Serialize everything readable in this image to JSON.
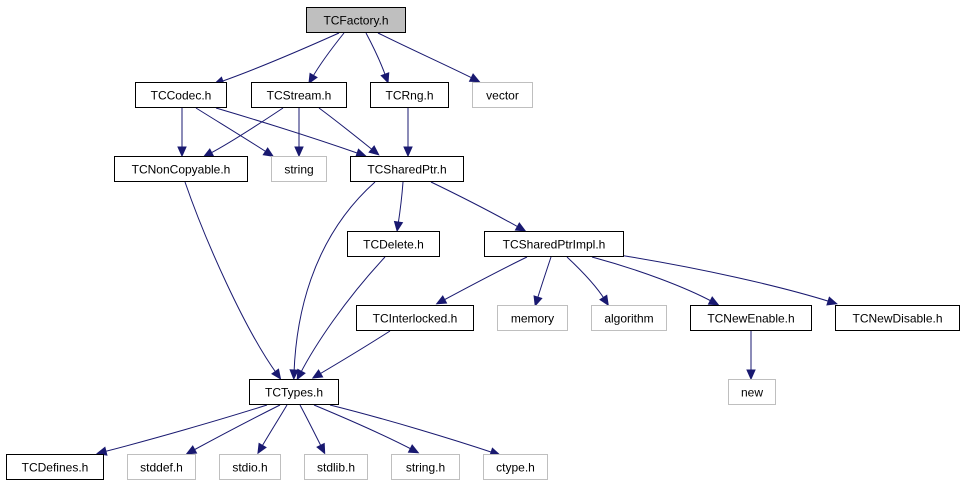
{
  "graph": {
    "nodes": {
      "tcfactory": {
        "label": "TCFactory.h",
        "kind": "root"
      },
      "tccodec": {
        "label": "TCCodec.h",
        "kind": "local"
      },
      "tcstream": {
        "label": "TCStream.h",
        "kind": "local"
      },
      "tcrng": {
        "label": "TCRng.h",
        "kind": "local"
      },
      "vector": {
        "label": "vector",
        "kind": "external"
      },
      "tcnoncopyable": {
        "label": "TCNonCopyable.h",
        "kind": "local"
      },
      "string": {
        "label": "string",
        "kind": "external"
      },
      "tcsharedptr": {
        "label": "TCSharedPtr.h",
        "kind": "local"
      },
      "tcdelete": {
        "label": "TCDelete.h",
        "kind": "local"
      },
      "tcsharedptrimpl": {
        "label": "TCSharedPtrImpl.h",
        "kind": "local"
      },
      "tcinterlocked": {
        "label": "TCInterlocked.h",
        "kind": "local"
      },
      "memory": {
        "label": "memory",
        "kind": "external"
      },
      "algorithm": {
        "label": "algorithm",
        "kind": "external"
      },
      "tcnewenable": {
        "label": "TCNewEnable.h",
        "kind": "local"
      },
      "tcnewdisable": {
        "label": "TCNewDisable.h",
        "kind": "local"
      },
      "new": {
        "label": "new",
        "kind": "external"
      },
      "tctypes": {
        "label": "TCTypes.h",
        "kind": "local"
      },
      "tcdefines": {
        "label": "TCDefines.h",
        "kind": "local"
      },
      "stddef": {
        "label": "stddef.h",
        "kind": "external"
      },
      "stdio": {
        "label": "stdio.h",
        "kind": "external"
      },
      "stdlib": {
        "label": "stdlib.h",
        "kind": "external"
      },
      "stringh": {
        "label": "string.h",
        "kind": "external"
      },
      "ctype": {
        "label": "ctype.h",
        "kind": "external"
      }
    },
    "edges": [
      {
        "from": "tcfactory",
        "to": "tccodec"
      },
      {
        "from": "tcfactory",
        "to": "tcstream"
      },
      {
        "from": "tcfactory",
        "to": "tcrng"
      },
      {
        "from": "tcfactory",
        "to": "vector"
      },
      {
        "from": "tccodec",
        "to": "tcnoncopyable"
      },
      {
        "from": "tccodec",
        "to": "string"
      },
      {
        "from": "tccodec",
        "to": "tcsharedptr"
      },
      {
        "from": "tcstream",
        "to": "tcnoncopyable"
      },
      {
        "from": "tcstream",
        "to": "string"
      },
      {
        "from": "tcstream",
        "to": "tcsharedptr"
      },
      {
        "from": "tcrng",
        "to": "tcsharedptr"
      },
      {
        "from": "tcnoncopyable",
        "to": "tctypes"
      },
      {
        "from": "tcsharedptr",
        "to": "tctypes"
      },
      {
        "from": "tcsharedptr",
        "to": "tcdelete"
      },
      {
        "from": "tcsharedptr",
        "to": "tcsharedptrimpl"
      },
      {
        "from": "tcdelete",
        "to": "tctypes"
      },
      {
        "from": "tcsharedptrimpl",
        "to": "tcinterlocked"
      },
      {
        "from": "tcsharedptrimpl",
        "to": "memory"
      },
      {
        "from": "tcsharedptrimpl",
        "to": "algorithm"
      },
      {
        "from": "tcsharedptrimpl",
        "to": "tcnewenable"
      },
      {
        "from": "tcsharedptrimpl",
        "to": "tcnewdisable"
      },
      {
        "from": "tcinterlocked",
        "to": "tctypes"
      },
      {
        "from": "tcnewenable",
        "to": "new"
      },
      {
        "from": "tctypes",
        "to": "tcdefines"
      },
      {
        "from": "tctypes",
        "to": "stddef"
      },
      {
        "from": "tctypes",
        "to": "stdio"
      },
      {
        "from": "tctypes",
        "to": "stdlib"
      },
      {
        "from": "tctypes",
        "to": "stringh"
      },
      {
        "from": "tctypes",
        "to": "ctype"
      }
    ],
    "colors": {
      "edge": "#191970",
      "root_fill": "#bfbfbf",
      "external_border": "#bfbfbf",
      "local_border": "#000000"
    }
  }
}
